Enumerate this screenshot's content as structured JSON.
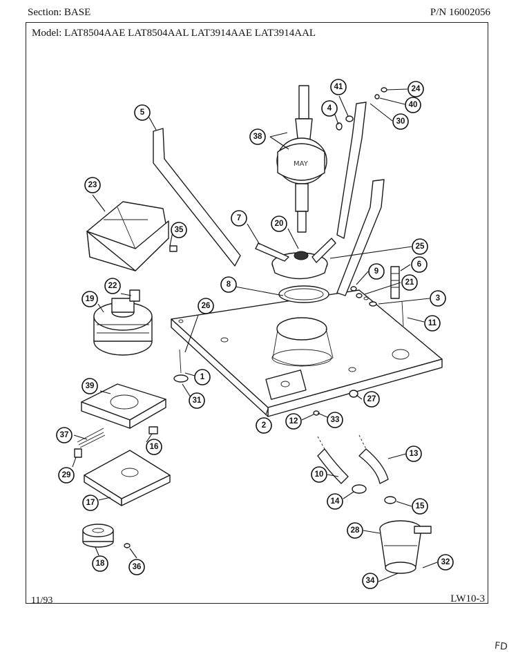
{
  "header": {
    "section": "Section:  BASE",
    "part_number": "P/N 16002056"
  },
  "model_line": "Model:  LAT8504AAE  LAT8504AAL  LAT3914AAE  LAT3914AAL",
  "footer": {
    "date": "11/93",
    "page_code": "LW10-3",
    "initials": "FD"
  },
  "diagram": {
    "callouts": [
      "1",
      "2",
      "3",
      "4",
      "5",
      "6",
      "7",
      "8",
      "9",
      "10",
      "11",
      "12",
      "13",
      "14",
      "15",
      "16",
      "17",
      "18",
      "19",
      "20",
      "21",
      "22",
      "23",
      "24",
      "25",
      "26",
      "27",
      "28",
      "29",
      "30",
      "31",
      "32",
      "33",
      "34",
      "35",
      "36",
      "37",
      "38",
      "39",
      "40",
      "41"
    ]
  }
}
